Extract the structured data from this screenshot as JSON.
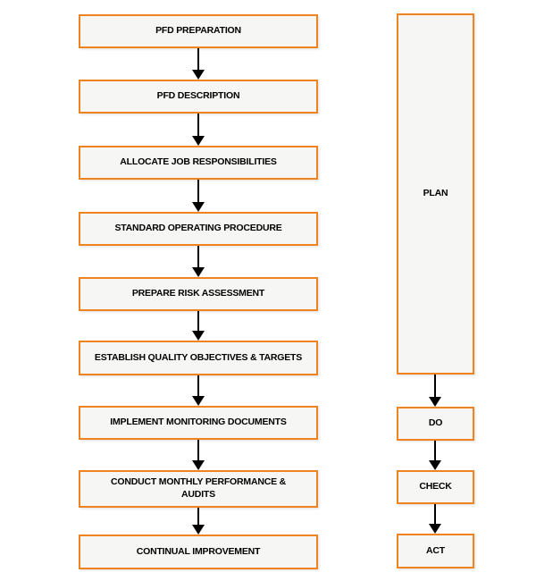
{
  "flow": {
    "steps": [
      "PFD PREPARATION",
      "PFD DESCRIPTION",
      "ALLOCATE JOB RESPONSIBILITIES",
      "STANDARD OPERATING PROCEDURE",
      "PREPARE RISK ASSESSMENT",
      "ESTABLISH QUALITY OBJECTIVES & TARGETS",
      "IMPLEMENT MONITORING DOCUMENTS",
      "CONDUCT MONTHLY PERFORMANCE &\nAUDITS",
      "CONTINUAL IMPROVEMENT"
    ],
    "pdca": {
      "plan": "PLAN",
      "do": "DO",
      "check": "CHECK",
      "act": "ACT"
    },
    "colors": {
      "box_border": "#EE8320",
      "box_fill": "#F6F6F4",
      "arrow": "#000000",
      "text": "#000000",
      "background": "#FFFFFF"
    }
  }
}
